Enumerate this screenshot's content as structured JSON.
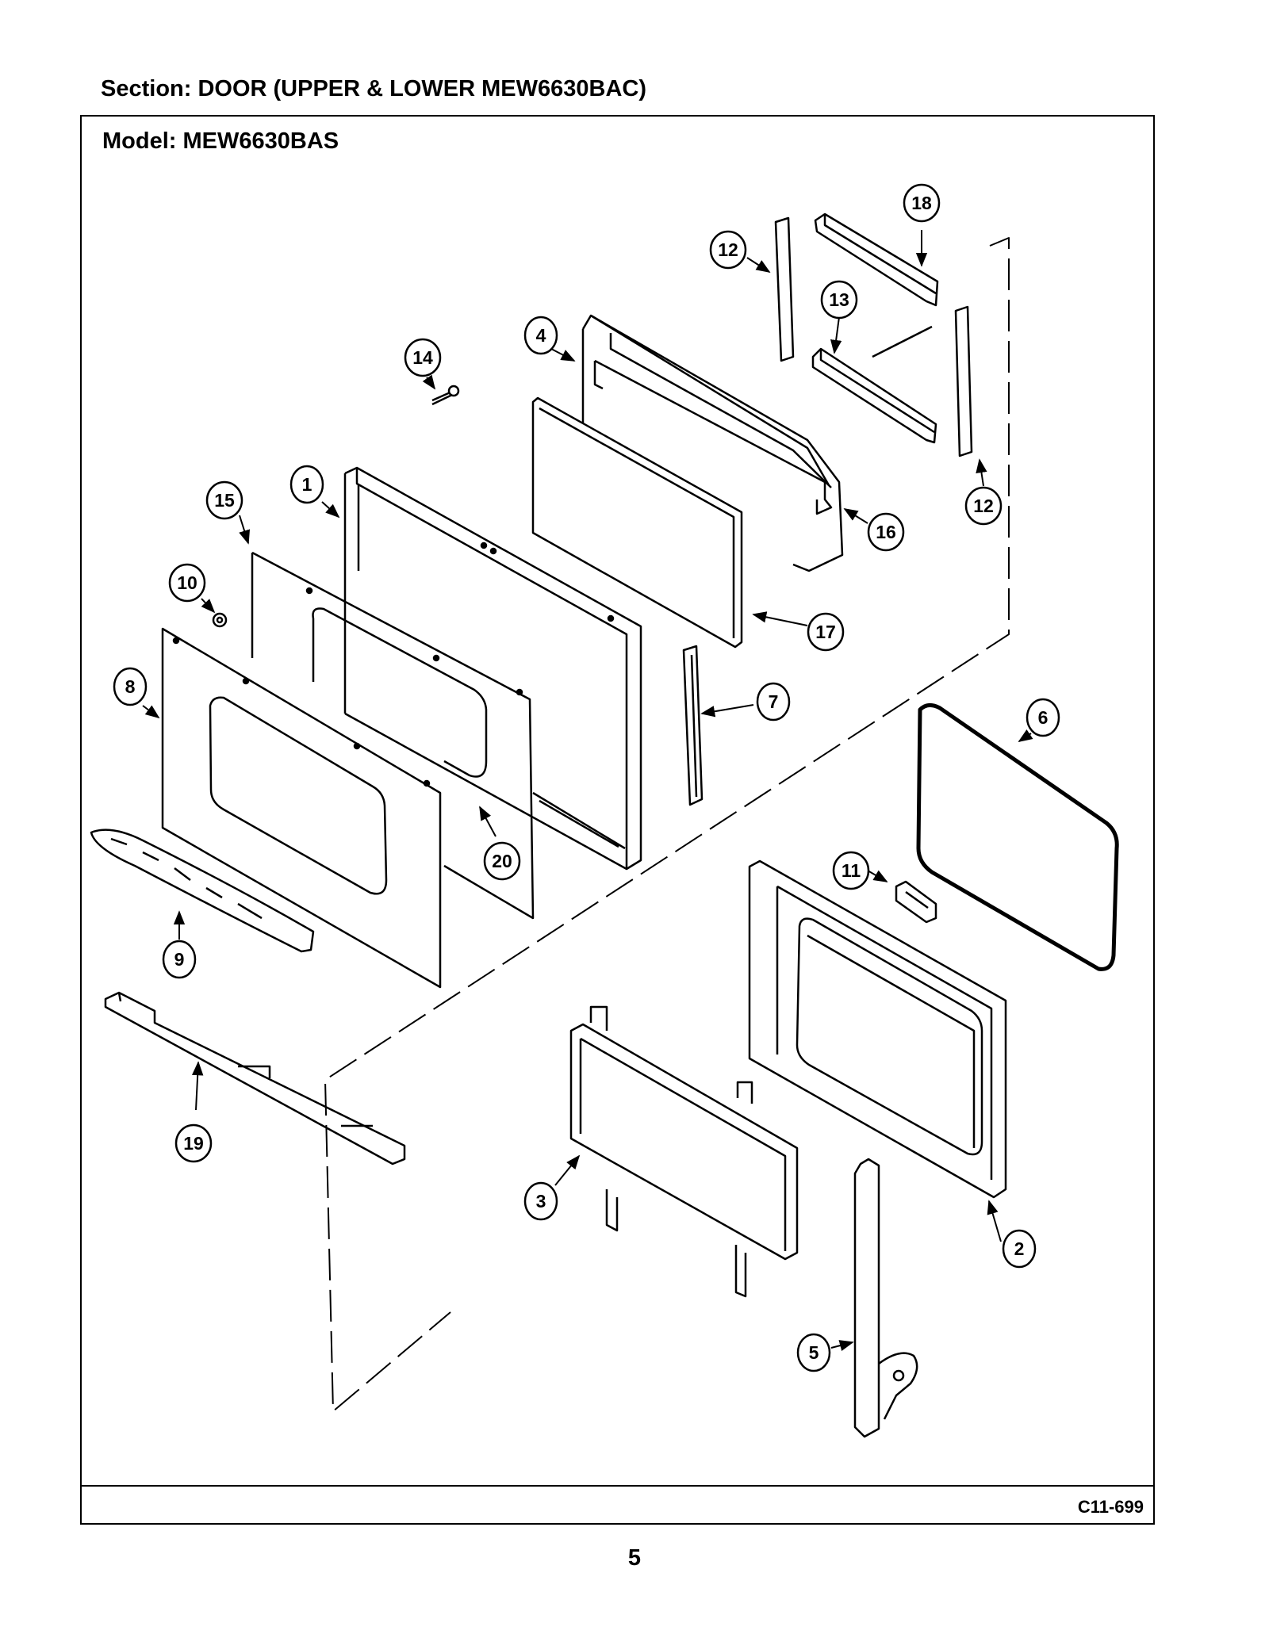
{
  "header": {
    "section": "Section:  DOOR (UPPER & LOWER MEW6630BAC)"
  },
  "frame": {
    "model": "Model:  MEW6630BAS",
    "drawing_code": "C11-699"
  },
  "page": {
    "number": "5"
  },
  "callouts": [
    {
      "id": "1",
      "label": "1"
    },
    {
      "id": "2",
      "label": "2"
    },
    {
      "id": "3",
      "label": "3"
    },
    {
      "id": "4",
      "label": "4"
    },
    {
      "id": "5",
      "label": "5"
    },
    {
      "id": "6",
      "label": "6"
    },
    {
      "id": "7",
      "label": "7"
    },
    {
      "id": "8",
      "label": "8"
    },
    {
      "id": "9",
      "label": "9"
    },
    {
      "id": "10",
      "label": "10"
    },
    {
      "id": "11",
      "label": "11"
    },
    {
      "id": "12a",
      "label": "12"
    },
    {
      "id": "12b",
      "label": "12"
    },
    {
      "id": "13",
      "label": "13"
    },
    {
      "id": "14",
      "label": "14"
    },
    {
      "id": "15",
      "label": "15"
    },
    {
      "id": "16",
      "label": "16"
    },
    {
      "id": "17",
      "label": "17"
    },
    {
      "id": "18",
      "label": "18"
    },
    {
      "id": "19",
      "label": "19"
    },
    {
      "id": "20",
      "label": "20"
    }
  ]
}
